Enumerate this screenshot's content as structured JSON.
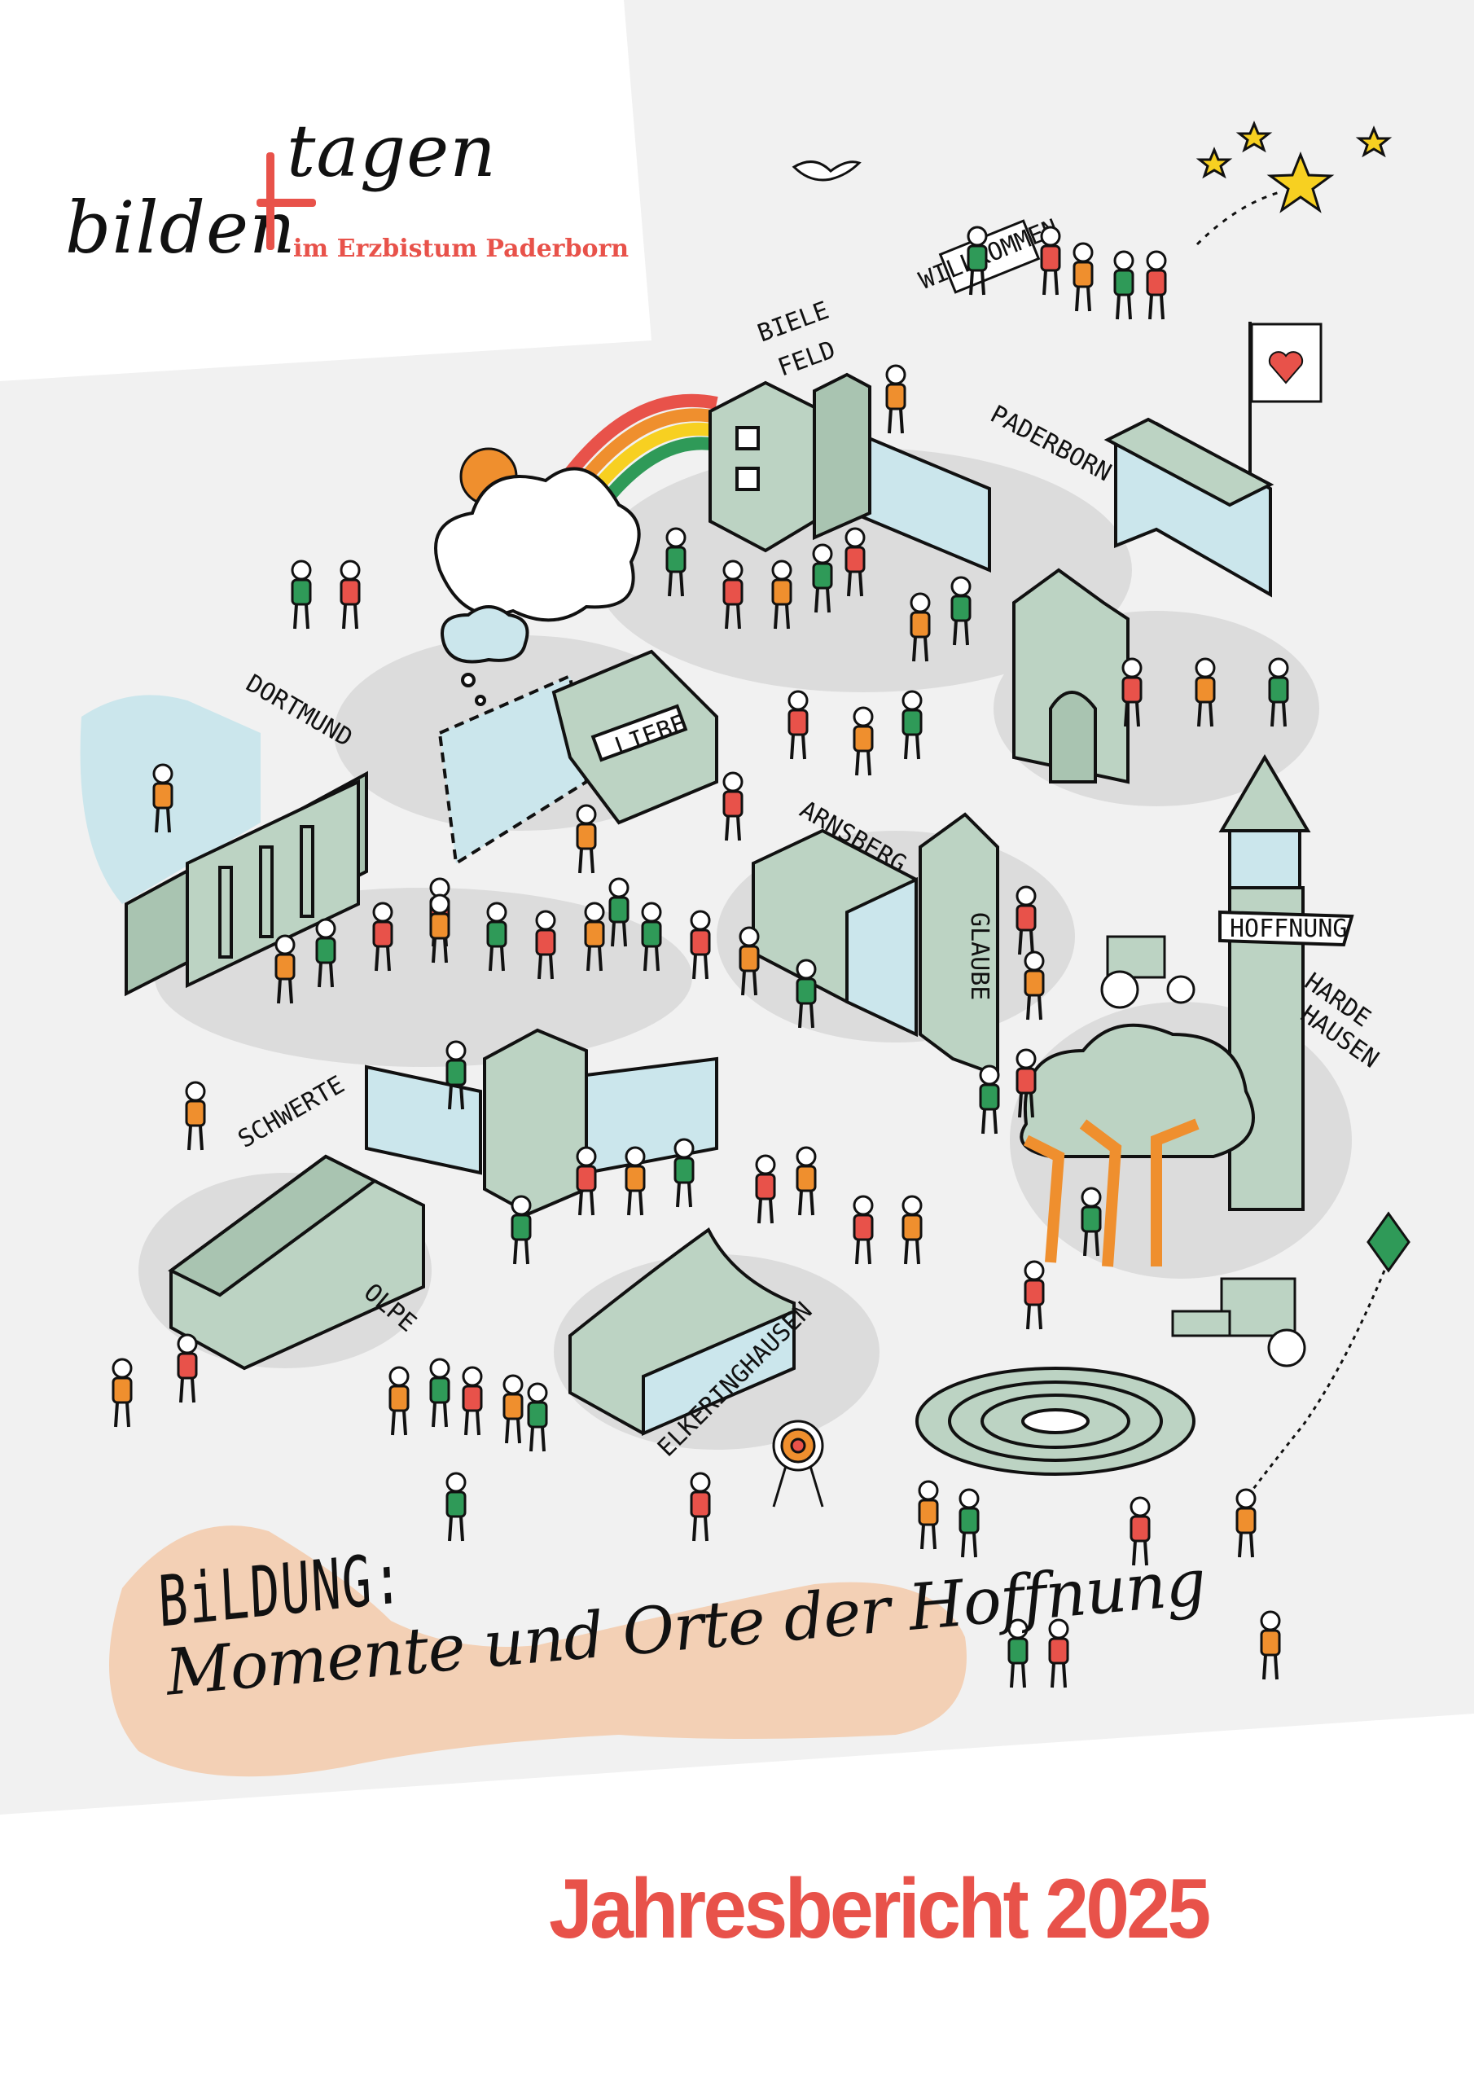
{
  "logo": {
    "word_top": "tagen",
    "word_bottom": "bilden",
    "subtitle": "im Erzbistum Paderborn"
  },
  "illustration": {
    "labels": {
      "bielefeld_1": "BIELE",
      "bielefeld_2": "FELD",
      "paderborn": "PADERBORN",
      "dortmund": "DORTMUND",
      "arnsberg": "ARNSBERG",
      "glaube": "GLAUBE",
      "liebe": "LIEBE",
      "hoffnung": "HOFFNUNG",
      "hardehausen_1": "HARDE",
      "hardehausen_2": "HAUSEN",
      "schwerte": "SCHWERTE",
      "olpe": "OLPE",
      "elkeringhausen": "ELKERINGHAUSEN",
      "willkommen": "WILLKOMMEN"
    }
  },
  "tagline": {
    "heading": "BiLDUNG:",
    "subheading": "Momente und Orte der Hoffnung"
  },
  "title": "Jahresbericht 2025",
  "colors": {
    "accent_red": "#e8524a",
    "background_gray": "#f1f1f1",
    "peach": "#f3d0b5",
    "building_green": "#bcd3c3",
    "light_blue": "#cbe6ec",
    "figure_green": "#2f9a58",
    "figure_orange": "#ef8f2e"
  }
}
